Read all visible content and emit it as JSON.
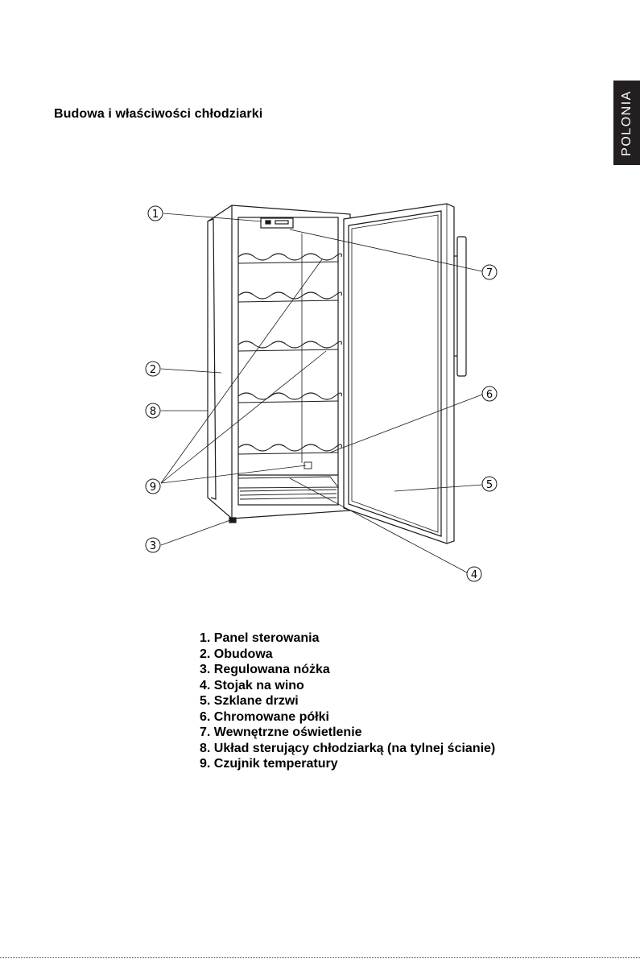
{
  "page_title": "Budowa i właściwości chłodziarki",
  "language_tab": "POLONIA",
  "callouts": [
    "1",
    "2",
    "3",
    "4",
    "5",
    "6",
    "7",
    "8",
    "9"
  ],
  "legend": [
    "1. Panel sterowania",
    "2. Obudowa",
    "3. Regulowana nóżka",
    "4. Stojak na wino",
    "5. Szklane drzwi",
    "6. Chromowane półki",
    "7. Wewnętrzne oświetlenie",
    "8. Układ sterujący chłodziarką (na tylnej ścianie)",
    "9. Czujnik temperatury"
  ]
}
